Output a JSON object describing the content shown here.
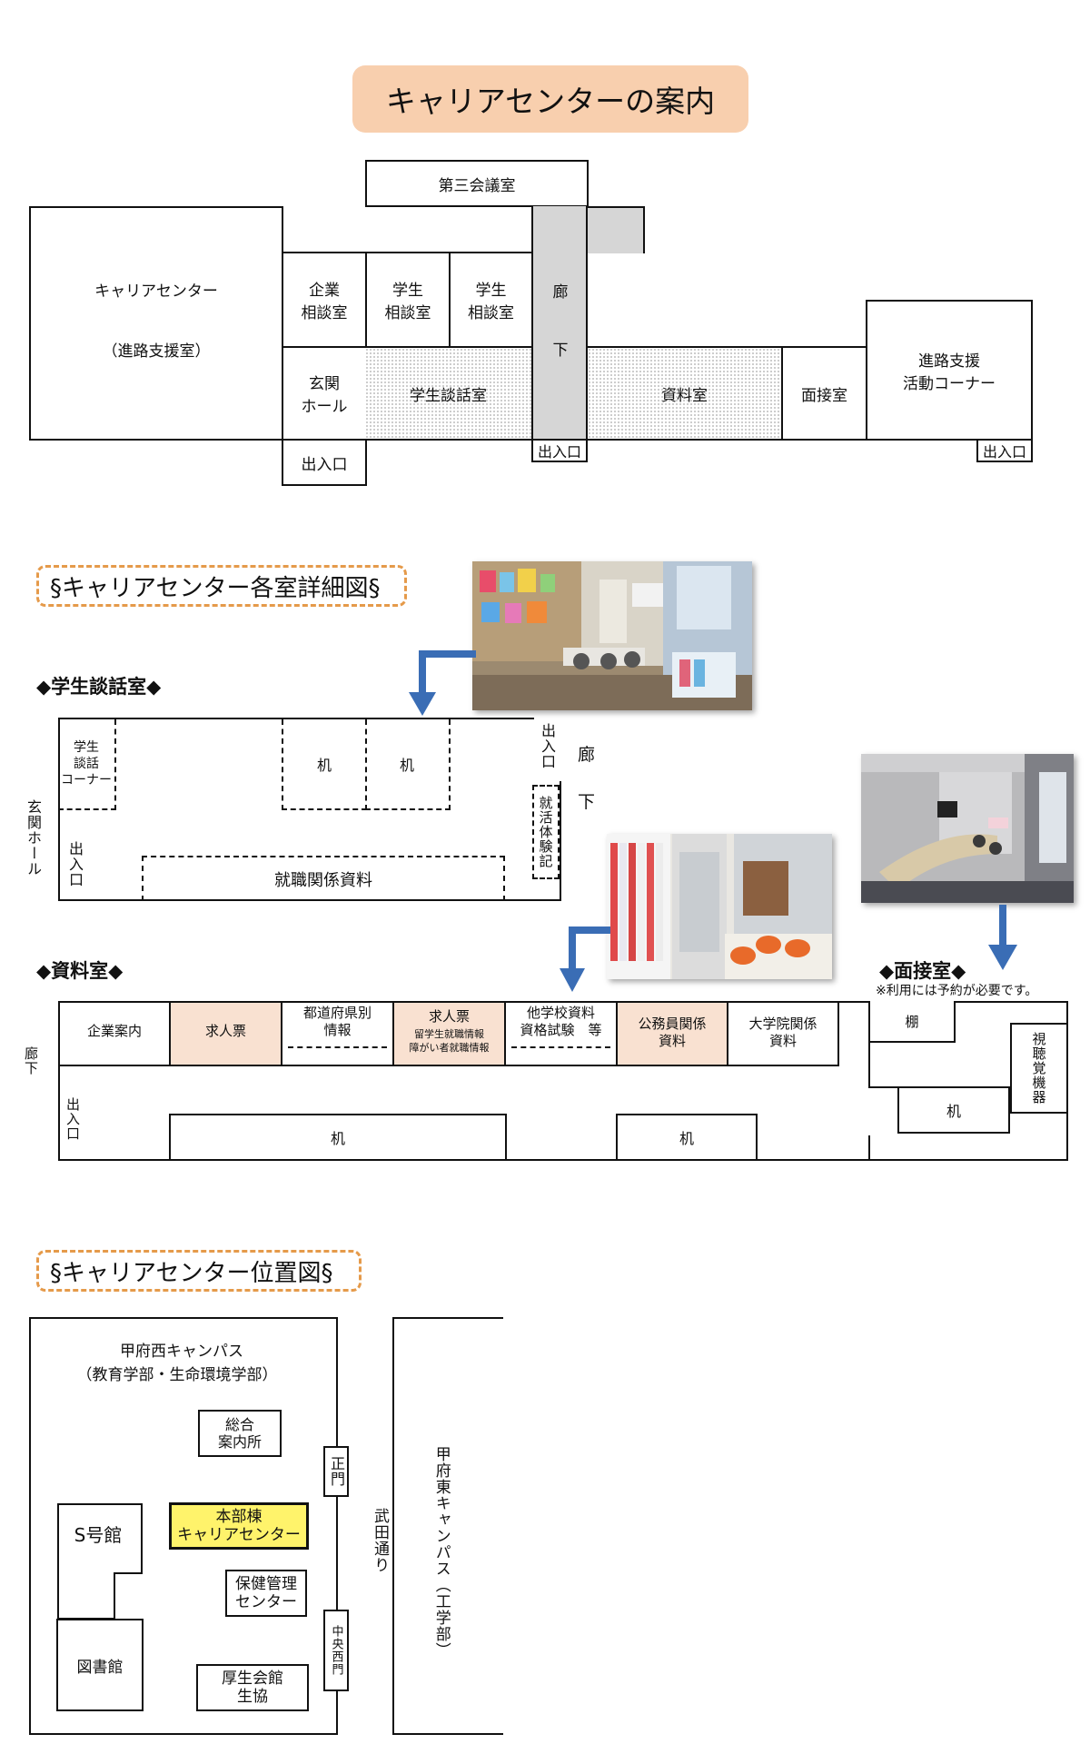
{
  "title": "キャリアセンターの案内",
  "colors": {
    "title_bg": "#f8cfae",
    "accent_orange": "#e59a4a",
    "arrow_blue": "#3a6db5",
    "peach_cell": "#f9e1d1",
    "corridor_gray": "#d6d6d6",
    "highlight_yellow": "#fff36b"
  },
  "floorplan": {
    "meeting_room": "第三会議室",
    "career_center": "キャリアセンター",
    "career_center_sub": "（進路支援室）",
    "company_room": "企業\n相談室",
    "student_room_1": "学生\n相談室",
    "student_room_2": "学生\n相談室",
    "corridor_1": "廊",
    "corridor_2": "下",
    "entrance_hall": "玄関\nホール",
    "lounge": "学生談話室",
    "library": "資料室",
    "interview": "面接室",
    "support_corner": "進路支援\n活動コーナー",
    "exit_1": "出入口",
    "exit_2": "出入口",
    "exit_3": "出入口"
  },
  "detail": {
    "section_title": "§キャリアセンター各室詳細図§",
    "lounge_heading": "◆学生談話室◆",
    "lounge_corner": "学生\n談話\nコーナー",
    "desk": "机",
    "exit": "出入口",
    "corridor_a": "廊",
    "corridor_b": "下",
    "job_hunt_notes": "就活体験記",
    "entrance_hall_vertical": "玄関ホール",
    "employment_docs": "就職関係資料",
    "library_heading": "◆資料室◆",
    "library_corridor": "廊下",
    "library_cells": [
      {
        "text": "企業案内",
        "sub": ""
      },
      {
        "text": "求人票",
        "sub": ""
      },
      {
        "text": "都道府県別\n情報",
        "sub": ""
      },
      {
        "text": "求人票",
        "sub": "留学生就職情報\n障がい者就職情報"
      },
      {
        "text": "他学校資料\n資格試験　等",
        "sub": ""
      },
      {
        "text": "公務員関係\n資料",
        "sub": ""
      },
      {
        "text": "大学院関係\n資料",
        "sub": ""
      }
    ],
    "interview_heading": "◆面接室◆",
    "interview_note": "※利用には予約が必要です。",
    "shelf": "棚",
    "av_equipment": "視聴覚機器"
  },
  "location": {
    "section_title": "§キャリアセンター位置図§",
    "west_campus": "甲府西キャンパス",
    "west_campus_sub": "（教育学部・生命環境学部）",
    "info_center": "総合\n案内所",
    "building_s": "S号館",
    "main_building": "本部棟\nキャリアセンター",
    "health_center": "保健管理\nセンター",
    "library": "図書館",
    "welfare": "厚生会館\n生協",
    "main_gate": "正門",
    "west_gate": "中央西門",
    "takeda_street": "武田通り",
    "east_campus": "甲府東キャンパス（工学部）"
  }
}
